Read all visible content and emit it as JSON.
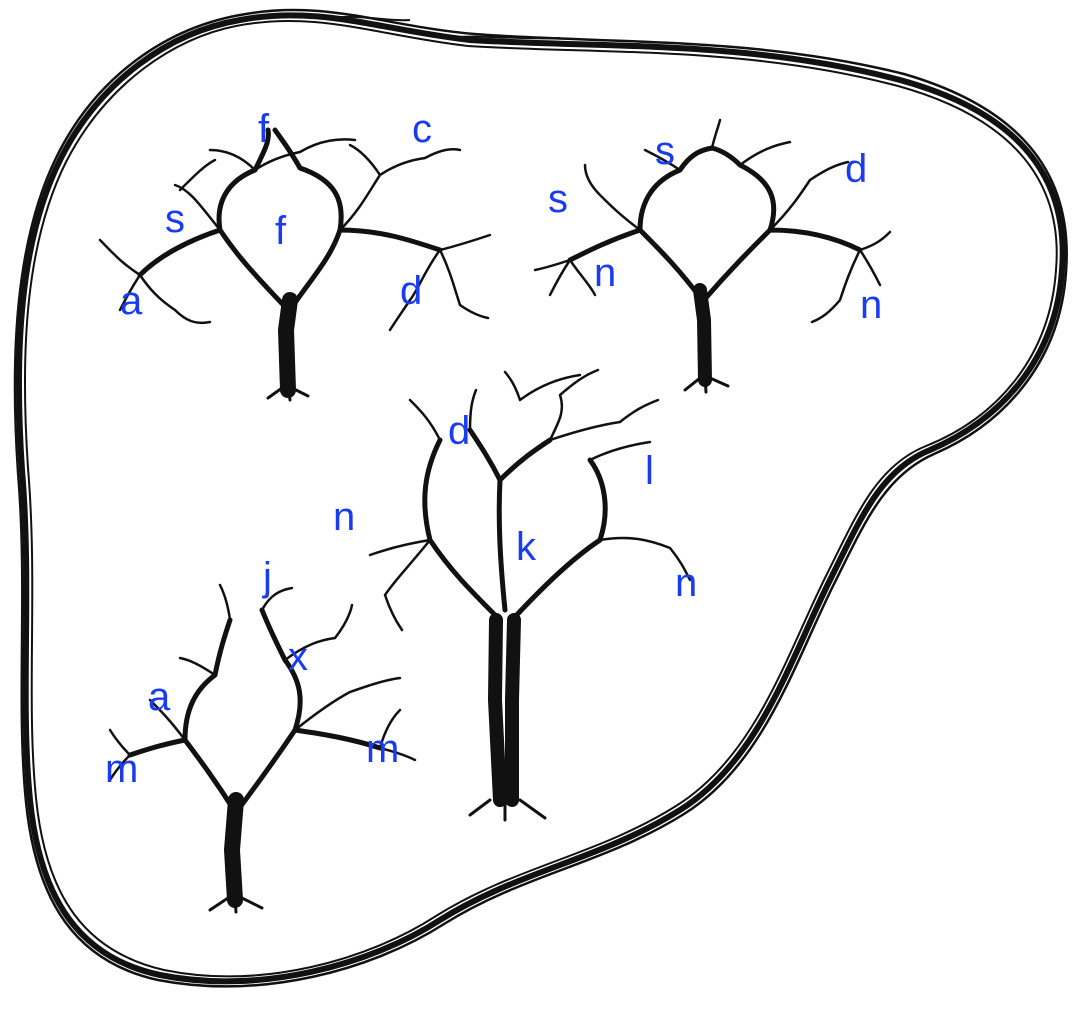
{
  "colors": {
    "background": "#ffffff",
    "ink": "#111111",
    "label": "#1a3cf0"
  },
  "outline": {
    "shape": "hand-drawn closed blob"
  },
  "trees": [
    {
      "name": "tree-top-left",
      "labels": [
        "f",
        "c",
        "s",
        "f",
        "a",
        "d"
      ]
    },
    {
      "name": "tree-top-right",
      "labels": [
        "s",
        "d",
        "s",
        "n",
        "n"
      ]
    },
    {
      "name": "tree-center",
      "labels": [
        "d",
        "l",
        "n",
        "k",
        "n"
      ]
    },
    {
      "name": "tree-bottom-left",
      "labels": [
        "j",
        "x",
        "a",
        "m",
        "m"
      ]
    }
  ]
}
